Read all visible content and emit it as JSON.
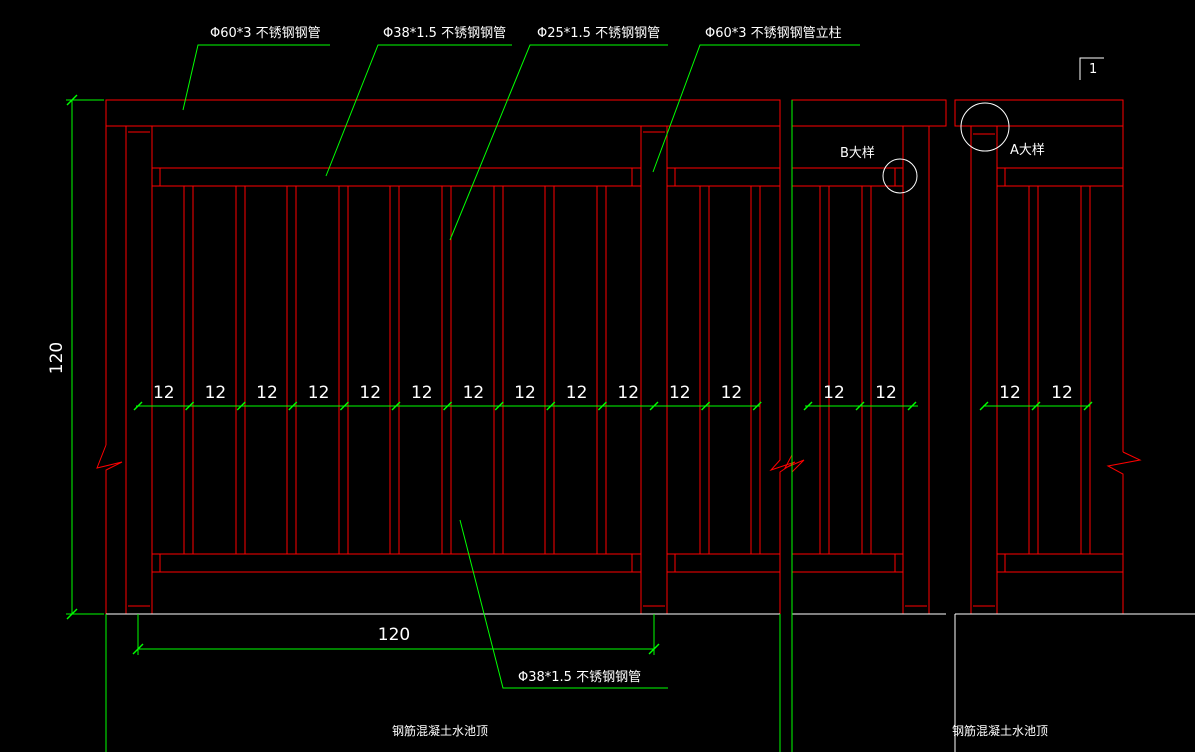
{
  "callouts": {
    "top_rail": "Φ60*3  不锈钢钢管",
    "mid_rail": "Φ38*1.5  不锈钢钢管",
    "baluster": "Φ25*1.5  不锈钢钢管",
    "post": "Φ60*3  不锈钢钢管立柱",
    "bottom_rail": "Φ38*1.5  不锈钢钢管"
  },
  "detail_labels": {
    "b": "B大样",
    "a": "A大样"
  },
  "section_mark": "1",
  "dims": {
    "height": "120",
    "post_spacing": "120",
    "baluster_spacing": [
      "12",
      "12",
      "12",
      "12",
      "12",
      "12",
      "12",
      "12",
      "12",
      "12",
      "12",
      "12"
    ],
    "mid_spacing": [
      "12",
      "12"
    ],
    "right_spacing": [
      "12",
      "12"
    ]
  },
  "base_labels": {
    "left": "钢筋混凝土水池顶",
    "right": "钢筋混凝土水池顶"
  },
  "colors": {
    "background": "#000000",
    "member": "#ff0000",
    "dimension": "#00ff00",
    "text": "#ffffff"
  }
}
